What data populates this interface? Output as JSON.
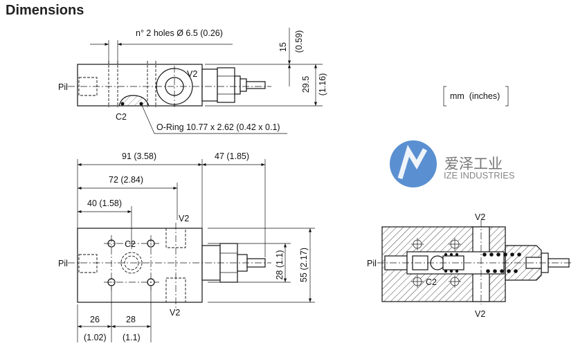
{
  "title": "Dimensions",
  "units_note": "mm  (inches)",
  "logo": {
    "chinese": "爱泽工业",
    "english": "IZE INDUSTRIES",
    "color": "#3d7cc9"
  },
  "top_view": {
    "holes_label": "n° 2 holes Ø 6.5 (0.26)",
    "pil": "Pil",
    "v2": "V2",
    "c2": "C2",
    "oring": "O-Ring 10.77 x 2.62 (0.42 x 0.1)",
    "dim_15": "15",
    "dim_15_in": "(0.59)",
    "dim_295": "29.5",
    "dim_295_in": "(1.16)"
  },
  "front_view": {
    "dim_91": "91 (3.58)",
    "dim_47": "47 (1.85)",
    "dim_72": "72 (2.84)",
    "dim_40": "40 (1.58)",
    "v2_top": "V2",
    "v2_bottom": "V2",
    "c2": "C2",
    "pil": "Pil",
    "dim_28v": "28 (1.1)",
    "dim_55": "55 (2.17)",
    "dim_26": "26",
    "dim_26_in": "(1.02)",
    "dim_28h": "28",
    "dim_28h_in": "(1.1)"
  },
  "section_view": {
    "v2_top": "V2",
    "v2_bottom": "V2",
    "pil": "Pil",
    "c2": "C2"
  }
}
